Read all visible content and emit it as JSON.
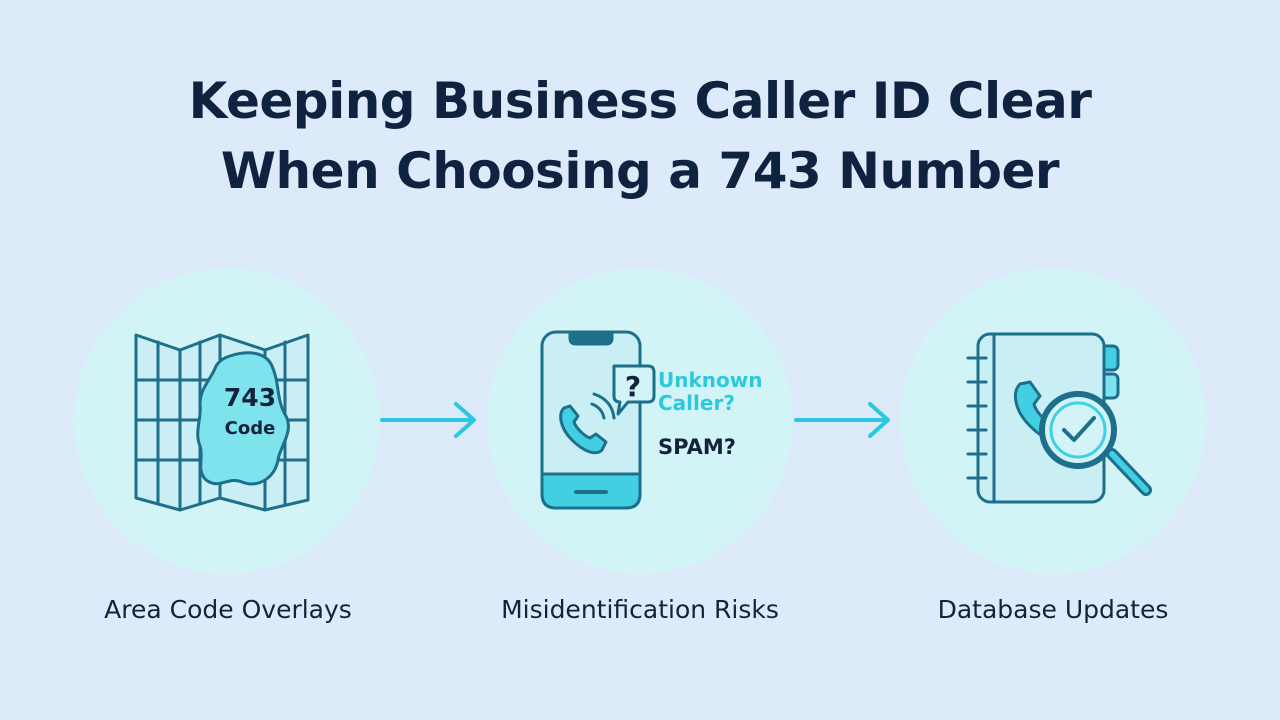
{
  "title": {
    "line1": "Keeping Business Caller ID Clear",
    "line2": "When Choosing a 743 Number"
  },
  "steps": [
    {
      "caption": "Area Code Overlays",
      "icon": "map-icon",
      "map_label_number": "743",
      "map_label_word": "Code"
    },
    {
      "caption": "Misidentification Risks",
      "icon": "smartphone-icon",
      "bubble_mark": "?",
      "bubble_line1": "Unknown",
      "bubble_line2": "Caller?",
      "spam_text": "SPAM?"
    },
    {
      "caption": "Database Updates",
      "icon": "phone-book-icon"
    }
  ],
  "colors": {
    "background": "#dceaf9",
    "circle_fill": "#d2f4f6",
    "icon_stroke": "#1d6f8c",
    "accent_cyan": "#2cc8df",
    "title_text": "#0f2340"
  }
}
